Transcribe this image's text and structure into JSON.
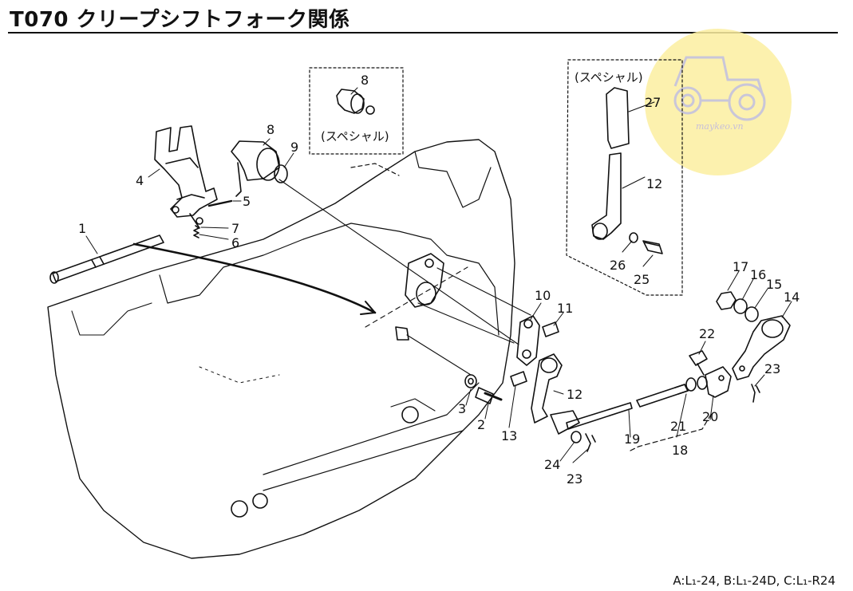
{
  "title": "T070 クリープシフトフォーク関係",
  "special_label": "(スペシャル)",
  "footnote": "A:L₁-24,  B:L₁-24D,  C:L₁-R24",
  "watermark": {
    "text": "maykeo.vn"
  },
  "callouts": [
    "1",
    "2",
    "3",
    "4",
    "5",
    "6",
    "7",
    "8",
    "8",
    "9",
    "10",
    "11",
    "12",
    "12",
    "13",
    "14",
    "15",
    "16",
    "17",
    "18",
    "19",
    "20",
    "21",
    "22",
    "23",
    "23",
    "24",
    "25",
    "26",
    "27"
  ]
}
